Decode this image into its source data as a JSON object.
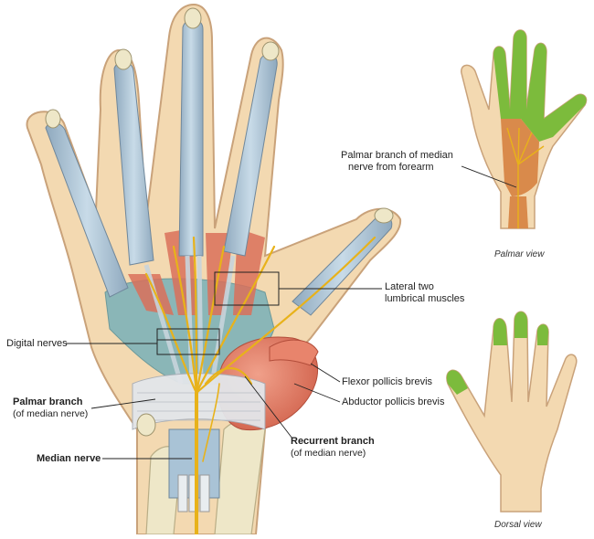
{
  "labels": {
    "palmar_forearm_line1": "Palmar branch of median",
    "palmar_forearm_line2": "nerve from forearm",
    "lumbrical_line1": "Lateral two",
    "lumbrical_line2": "lumbrical muscles",
    "digital_nerves": "Digital nerves",
    "flexor_pollicis_brevis": "Flexor pollicis brevis",
    "abductor_pollicis_brevis": "Abductor pollicis brevis",
    "palmar_branch": "Palmar branch",
    "palmar_branch_sub": "(of median nerve)",
    "recurrent_branch": "Recurrent branch",
    "recurrent_branch_sub": "(of median nerve)",
    "median_nerve": "Median nerve",
    "palmar_view": "Palmar view",
    "dorsal_view": "Dorsal view"
  },
  "colors": {
    "skin": "#f3d9b1",
    "skin_outline": "#c9a27a",
    "tendon_sheath": "#a9c3d6",
    "bone": "#eee7c8",
    "muscle": "#d9705a",
    "nerve": "#e8b21a",
    "palm_membrane": "#7fb3b8",
    "territory_green": "#7cbb3c",
    "territory_orange": "#d98a4b"
  }
}
